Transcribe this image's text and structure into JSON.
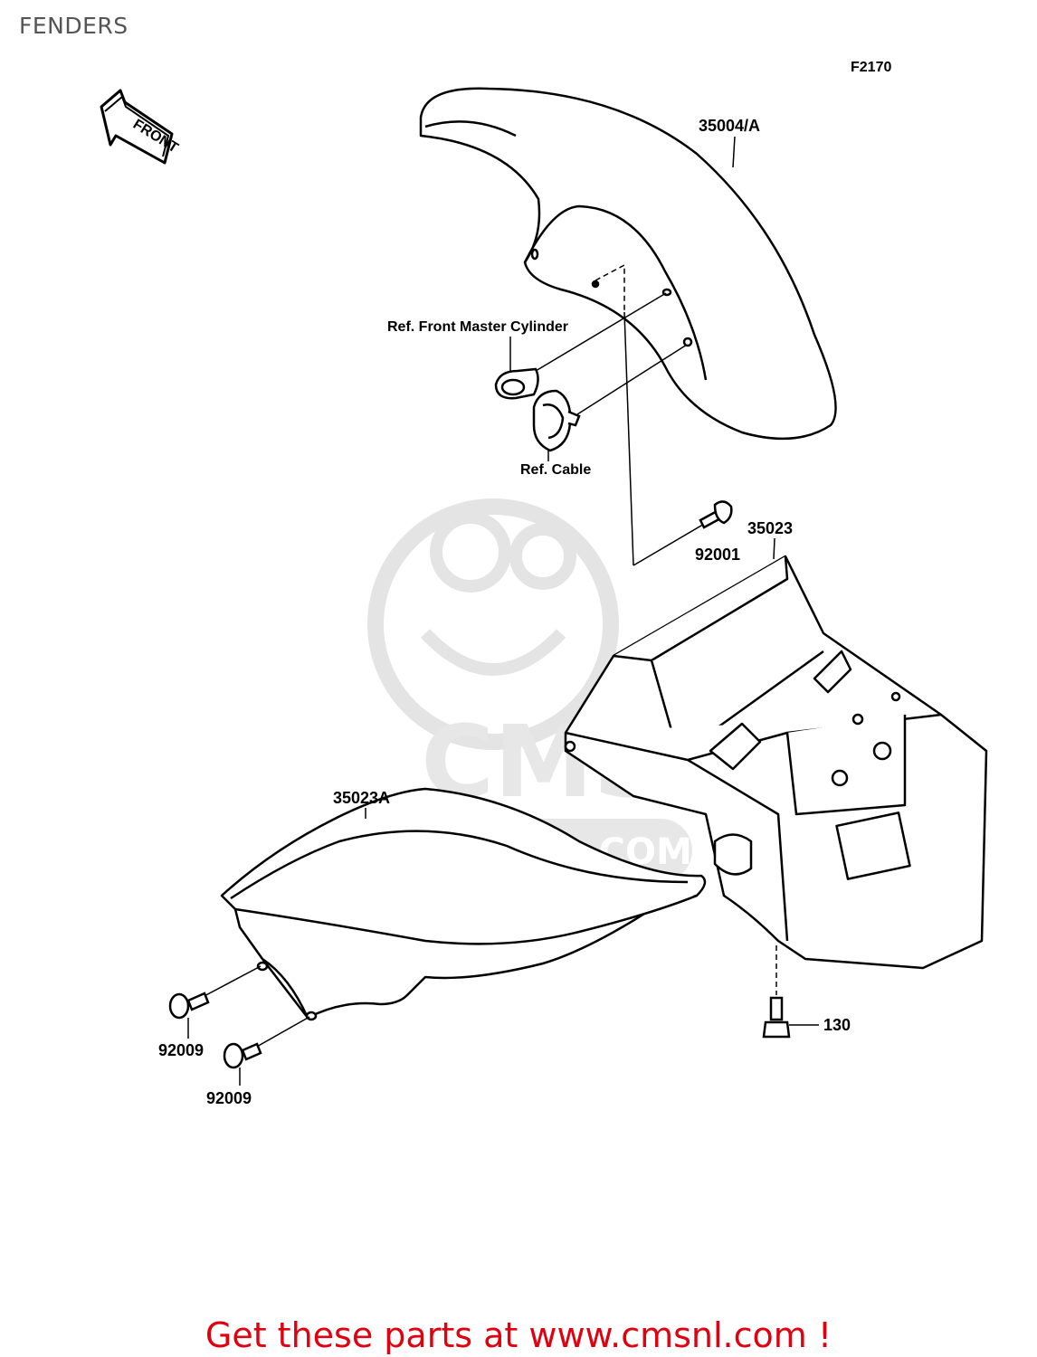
{
  "page": {
    "title": "FENDERS",
    "figure_code": "F2170",
    "direction_label": "FRONT"
  },
  "watermark": {
    "brand": "CMS",
    "url": "WWW.CMSNL.COM"
  },
  "callouts": {
    "front_fender": "35004/A",
    "ref_front_master_cylinder": "Ref. Front Master Cylinder",
    "ref_cable": "Ref. Cable",
    "bolt_92001": "92001",
    "rear_fender_35023": "35023",
    "rear_flap_35023a": "35023A",
    "bolt_92009_upper": "92009",
    "bolt_92009_lower": "92009",
    "bolt_130": "130"
  },
  "footer": {
    "link_text": "Get these parts at www.cmsnl.com !"
  },
  "colors": {
    "footer_red": "#e0000f",
    "line": "#000000",
    "watermark_gray": "#cccccc"
  }
}
